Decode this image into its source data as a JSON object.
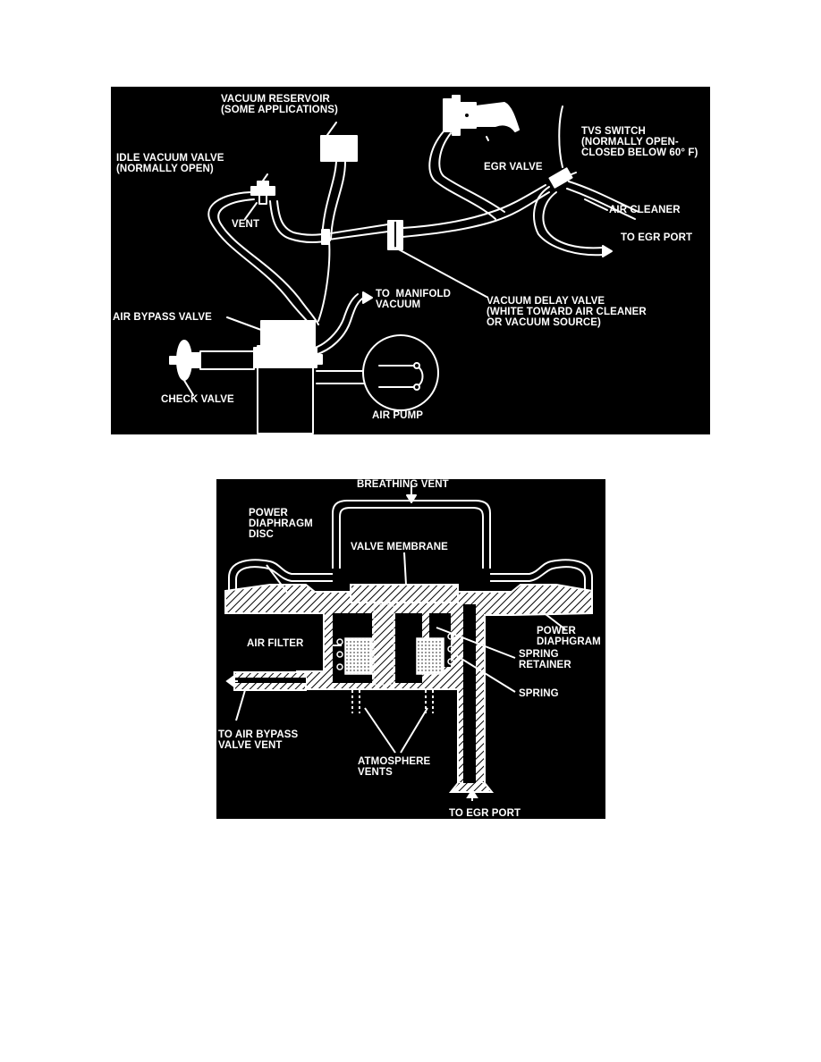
{
  "diagram1": {
    "labels": {
      "vacuum_reservoir": "VACUUM RESERVOIR\n(SOME APPLICATIONS)",
      "egr_valve": "EGR VALVE",
      "tvs_switch": "TVS SWITCH\n(NORMALLY OPEN-\nCLOSED BELOW 60° F)",
      "idle_vacuum_valve": "IDLE VACUUM VALVE\n(NORMALLY OPEN)",
      "vent": "VENT",
      "air_cleaner": "AIR CLEANER",
      "to_egr_port": "TO EGR PORT",
      "to_manifold_vacuum": "TO  MANIFOLD\nVACUUM",
      "vacuum_delay_valve": "VACUUM DELAY VALVE\n(WHITE TOWARD AIR CLEANER\nOR VACUUM SOURCE)",
      "air_bypass_valve": "AIR BYPASS VALVE",
      "check_valve": "CHECK VALVE",
      "air_pump": "AIR PUMP"
    }
  },
  "diagram2": {
    "labels": {
      "breathing_vent": "BREATHING VENT",
      "power_diaphragm_disc": "POWER\nDIAPHRAGM\nDISC",
      "valve_membrane": "VALVE MEMBRANE",
      "power_diaphragm": "POWER\nDIAPHGRAM",
      "air_filter": "AIR FILTER",
      "spring_retainer": "SPRING\nRETAINER",
      "spring": "SPRING",
      "to_air_bypass_valve_vent": "TO AIR BYPASS\nVALVE VENT",
      "atmosphere_vents": "ATMOSPHERE\nVENTS",
      "to_egr_port": "TO EGR PORT"
    }
  }
}
